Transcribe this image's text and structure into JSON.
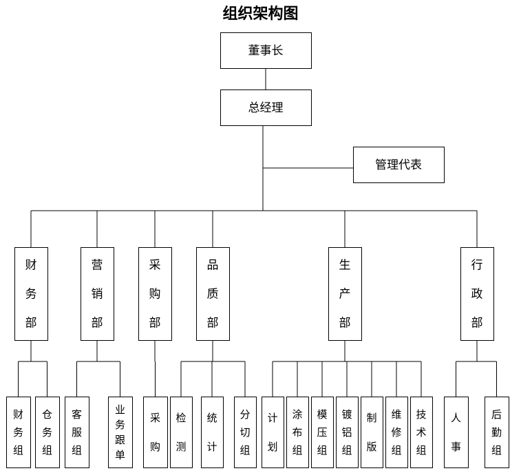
{
  "title": "组织架构图",
  "chairman": "董事长",
  "gm": "总经理",
  "rep": "管理代表",
  "departments": [
    {
      "name": "财务部",
      "children": [
        "财务组",
        "仓务组"
      ]
    },
    {
      "name": "营销部",
      "children": [
        "客服组",
        "业务跟单"
      ]
    },
    {
      "name": "采购部",
      "children": [
        "采购"
      ]
    },
    {
      "name": "品质部",
      "children": [
        "检测",
        "统计",
        "分切组"
      ]
    },
    {
      "name": "生产部",
      "children": [
        "计划",
        "涂布组",
        "模压组",
        "镀铝组",
        "制版",
        "维修组",
        "技术组"
      ]
    },
    {
      "name": "行政部",
      "children": [
        "人事",
        "后勤组"
      ]
    }
  ],
  "colors": {
    "stroke": "#000000",
    "fill": "#ffffff",
    "text": "#000000"
  }
}
